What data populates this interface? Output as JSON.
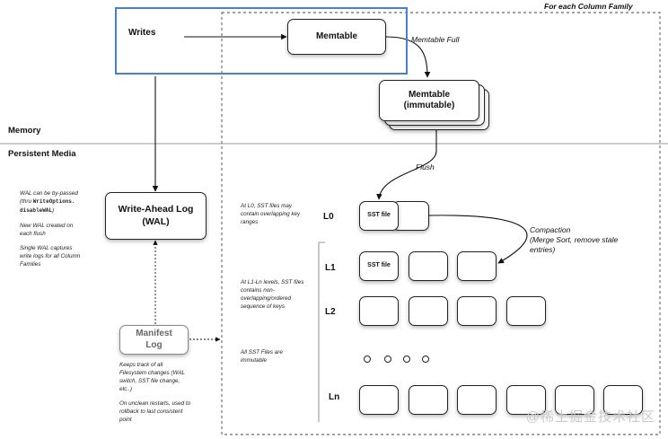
{
  "header": {
    "column_family_label": "For each Column Family"
  },
  "regions": {
    "memory_label": "Memory",
    "persistent_label": "Persistent Media"
  },
  "nodes": {
    "writes": "Writes",
    "memtable": "Memtable",
    "memtable_immutable_line1": "Memtable",
    "memtable_immutable_line2": "(immutable)",
    "wal_line1": "Write-Ahead Log",
    "wal_line2": "(WAL)",
    "manifest_line1": "Manifest",
    "manifest_line2": "Log",
    "sst_label": "SST file"
  },
  "edges": {
    "memtable_full": "Memtable Full",
    "flush": "Flush",
    "compaction_line1": "Compaction",
    "compaction_line2": "(Merge Sort, remove stale",
    "compaction_line3": "entries)"
  },
  "levels": {
    "l0": "L0",
    "l1": "L1",
    "l2": "L2",
    "ln": "Ln"
  },
  "notes": {
    "wal_bypass_1": "WAL can be by-passed",
    "wal_bypass_2": "(thru ",
    "wal_bypass_code1": "WriteOptions.",
    "wal_bypass_code2": "disableWAL",
    "wal_bypass_3": ")",
    "wal_new_1": "New WAL created on",
    "wal_new_2": "each flush",
    "wal_single_1": "Single WAL captures",
    "wal_single_2": "write logs for all Column",
    "wal_single_3": "Families",
    "l0_1": "At L0, SST files may",
    "l0_2": "contain overlapping key",
    "l0_3": "ranges",
    "l1_1": "At L1-Ln levels, SST files",
    "l1_2": "contains non-",
    "l1_3": "overlapping/ordered",
    "l1_4": "sequence of keys",
    "imm_1": "All SST Files are",
    "imm_2": "immutable",
    "manifest_1": "Keeps track of all",
    "manifest_2": "Filesystem changes (WAL",
    "manifest_3": "switch, SST file change,",
    "manifest_4": "etc..)",
    "manifest_5": "On unclean restarts, used to",
    "manifest_6": "rollback to last consistent",
    "manifest_7": "point"
  },
  "watermark": "@稀土掘金技术社区"
}
